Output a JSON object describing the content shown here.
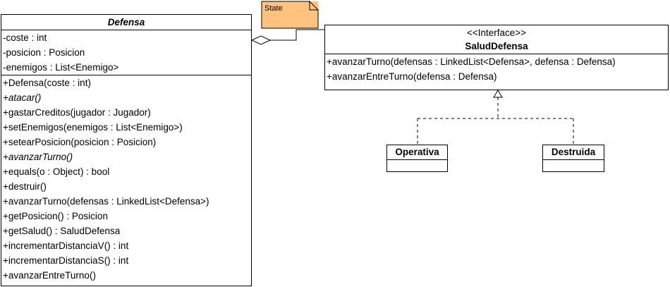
{
  "colors": {
    "note_fill": "#FFC37E",
    "line": "#000000",
    "background": "#ffffff"
  },
  "note": {
    "text": "State"
  },
  "defensa": {
    "name": "Defensa",
    "attributes": [
      "-coste : int",
      "-posicion : Posicion",
      "-enemigos : List<Enemigo>"
    ],
    "operations": [
      {
        "text": "+Defensa(coste : int)",
        "italic": false
      },
      {
        "text": "+atacar()",
        "italic": true
      },
      {
        "text": "+gastarCreditos(jugador : Jugador)",
        "italic": false
      },
      {
        "text": "+setEnemigos(enemigos : List<Enemigo>)",
        "italic": false
      },
      {
        "text": "+setearPosicion(posicion : Posicion)",
        "italic": false
      },
      {
        "text": "+avanzarTurno()",
        "italic": true
      },
      {
        "text": "+equals(o : Object) : bool",
        "italic": false
      },
      {
        "text": "+destruir()",
        "italic": false
      },
      {
        "text": "+avanzarTurno(defensas : LinkedList<Defensa>)",
        "italic": false
      },
      {
        "text": "+getPosicion() : Posicion",
        "italic": false
      },
      {
        "text": "+getSalud() : SaludDefensa",
        "italic": false
      },
      {
        "text": "+incrementarDistanciaV() : int",
        "italic": false
      },
      {
        "text": "+incrementarDistanciaS() : int",
        "italic": false
      },
      {
        "text": "+avanzarEntreTurno()",
        "italic": false
      }
    ]
  },
  "salud": {
    "stereotype": "<<Interface>>",
    "name": "SaludDefensa",
    "operations": [
      "+avanzarTurno(defensas : LinkedList<Defensa>, defensa : Defensa)",
      "+avanzarEntreTurno(defensa : Defensa)"
    ]
  },
  "operativa": {
    "name": "Operativa"
  },
  "destruida": {
    "name": "Destruida"
  }
}
